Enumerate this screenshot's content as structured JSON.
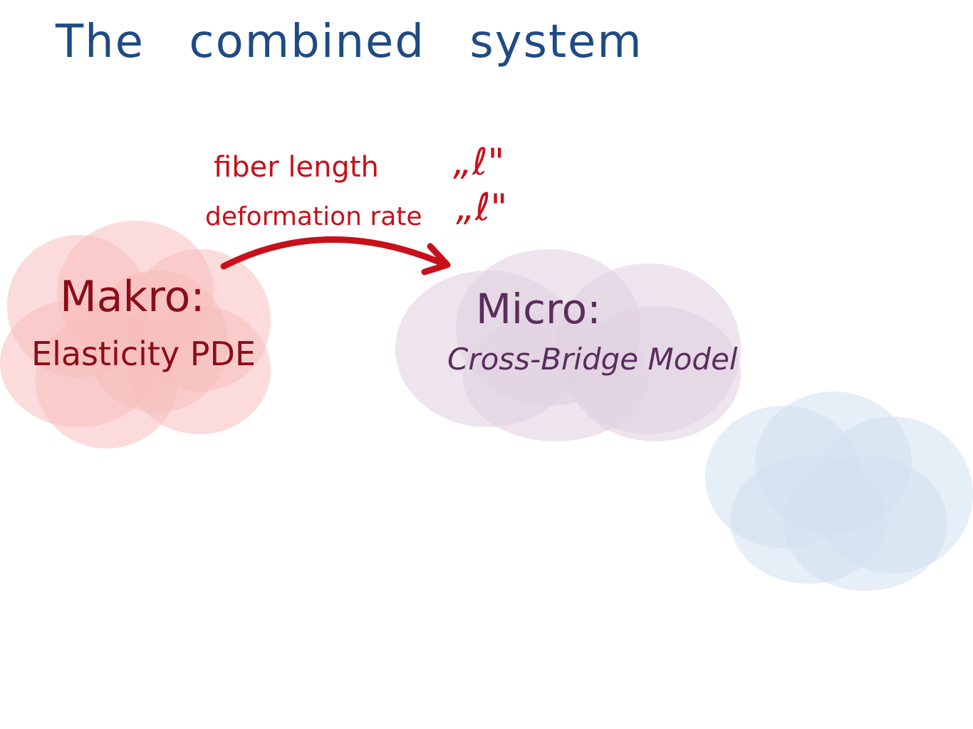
{
  "title": "The combined system",
  "arrow": {
    "label_line1": "fiber length",
    "label_line2": "deformation rate",
    "symbol1": "„ℓ\"",
    "symbol2": "„ℓ̇\"",
    "color": "#c8101a"
  },
  "makro": {
    "title": "Makro:",
    "subtitle": "Elasticity PDE",
    "color": "#f7bebe"
  },
  "micro": {
    "title": "Micro:",
    "subtitle": "Cross-Bridge Model",
    "color": "#e6dae6"
  },
  "third_cloud": {
    "color": "#dce6f2"
  }
}
